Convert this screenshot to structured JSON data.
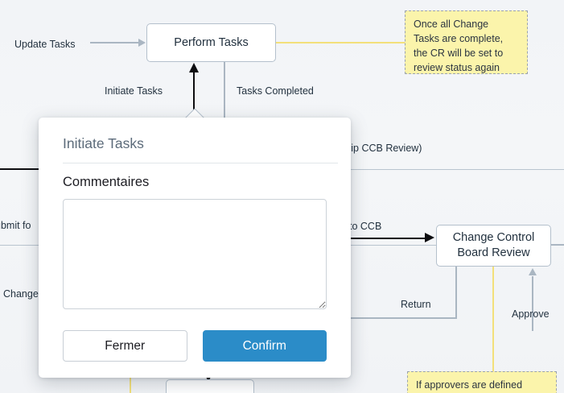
{
  "diagram": {
    "background_color": "#f4f6f8",
    "nodes": [
      {
        "id": "perform-tasks",
        "label": "Perform Tasks"
      },
      {
        "id": "ccb-review",
        "label": "Change Control\nBoard Review"
      }
    ],
    "node_labels": {
      "perform_tasks": "Perform Tasks",
      "ccb_review_line1": "Change Control",
      "ccb_review_line2": "Board Review"
    },
    "edge_labels": {
      "update_tasks": "Update Tasks",
      "initiate_tasks": "Initiate Tasks",
      "tasks_completed": "Tasks Completed",
      "skip_ccb_review": "kip CCB Review)",
      "submit_for": "ubmit fo",
      "change": "Change",
      "to_ccb": "to CCB",
      "return": "Return",
      "approve": "Approve"
    },
    "annotations": [
      {
        "id": "note-change-tasks",
        "text": "Once all Change Tasks are complete, the CR will be set to review status again",
        "lines": [
          "Once all Change",
          "Tasks are complete,",
          "the CR will be set to",
          "review status again"
        ],
        "background_color": "#fbf4ab"
      },
      {
        "id": "note-approvers",
        "text": "If approvers are defined",
        "lines": [
          "If approvers are defined"
        ],
        "background_color": "#fbf4ab"
      }
    ],
    "colors": {
      "connector_light": "#aab6c2",
      "connector_dark": "#0d0d10",
      "connector_yellow": "#f3e07a",
      "node_border": "#b4c0cc",
      "lane_divider": "#b9c4cf"
    }
  },
  "modal": {
    "title": "Initiate Tasks",
    "comment_field": {
      "label": "Commentaires",
      "value": "",
      "placeholder": ""
    },
    "buttons": {
      "close": "Fermer",
      "confirm": "Confirm"
    },
    "accent_color": "#2b8cc8"
  }
}
